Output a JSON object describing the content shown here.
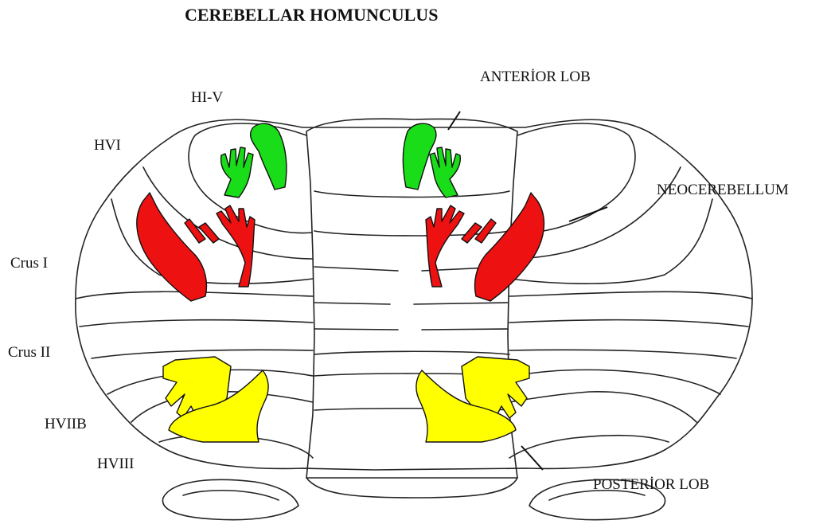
{
  "title": "CEREBELLAR HOMUNCULUS",
  "labels": {
    "hi_v": "HI-V",
    "hvi": "HVI",
    "crus_i": "Crus I",
    "crus_ii": "Crus II",
    "hviib": "HVIIB",
    "hviii": "HVIII",
    "anterior_lob": "ANTERİOR LOB",
    "neocerebellum": "NEOCEREBELLUM",
    "posterior_lob": "POSTERİOR LOB"
  },
  "colors": {
    "anterior_homunculus": "#19dd19",
    "crus_homunculus": "#ee1111",
    "posterior_homunculus": "#ffff00",
    "outline": "#222222"
  }
}
